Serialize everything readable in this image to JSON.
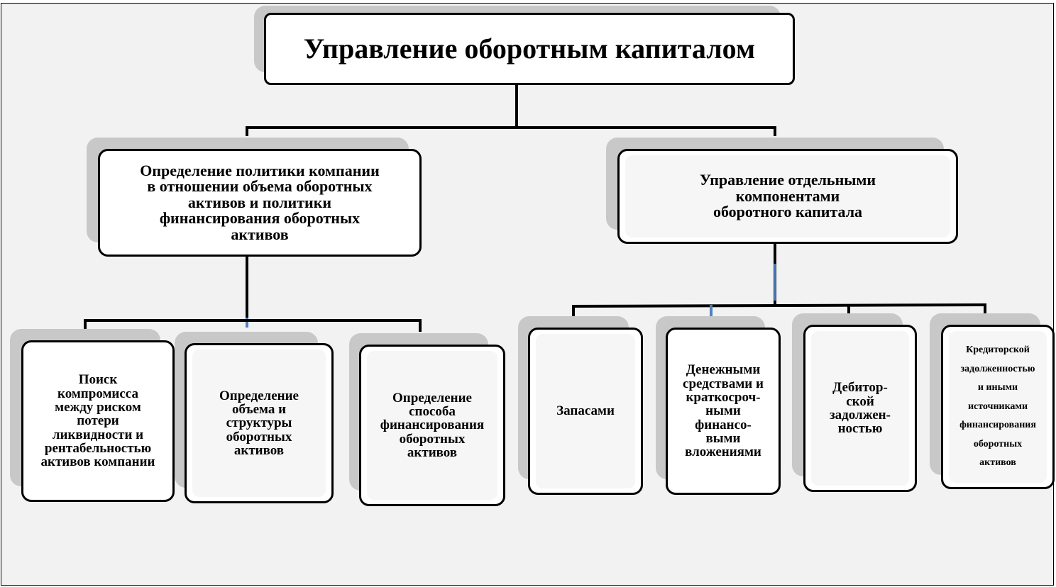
{
  "title": "Управление оборотным капиталом",
  "left_branch": {
    "label": "Определение политики компании\nв отношении объема оборотных\nактивов и политики\nфинансирования  оборотных\nактивов",
    "children": [
      "Поиск\nкомпромисса\nмежду риском\nпотери\nликвидности и\nрентабельностью\nактивов компании",
      "Определение\nобъема и\nструктуры\nоборотных\nактивов",
      "Определение\nспособа\nфинансирования\nоборотных\nактивов"
    ]
  },
  "right_branch": {
    "label": "Управление отдельными\nкомпонентами\nоборотного капитала",
    "children": [
      "Запасами",
      "Денежными\nсредствами и\nкраткосроч-\nными\nфинансо-\nвыми\nвложениями",
      "Дебитор-\nской\nзадолжен-\nностью",
      "Кредиторской\nзадолженностью\nи иными\nисточниками\nфинансирования\nоборотных\nактивов"
    ]
  },
  "colors": {
    "connector": "#000000",
    "connector_accent": "#4f81bd",
    "box_border": "#000000",
    "box_fill": "#ffffff",
    "shadow": "#c8c8c8",
    "background": "#f2f2f2"
  }
}
